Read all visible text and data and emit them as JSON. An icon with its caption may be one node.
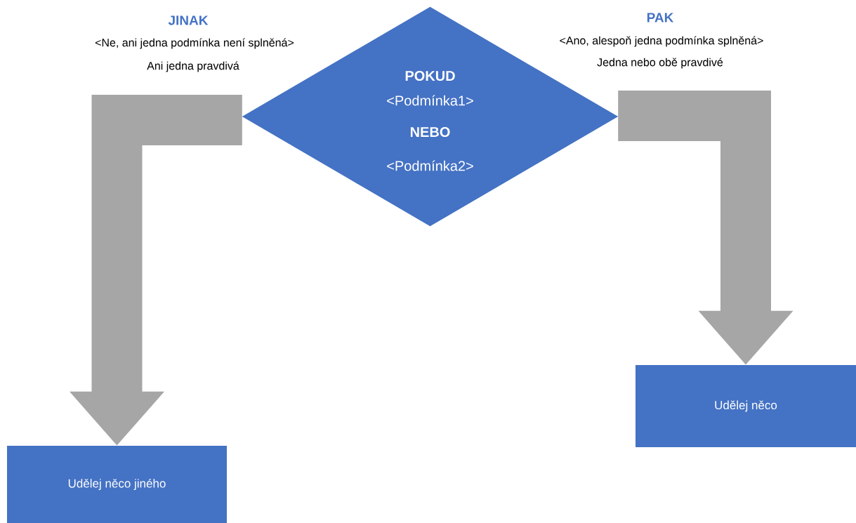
{
  "diagram": {
    "nodes": [
      {
        "text": [
          "POKUD",
          "<Podmínka1>",
          "NEBO",
          "<Podmínka2>"
        ]
      },
      {
        "text": [
          "Udělej něco jiného"
        ]
      },
      {
        "text": [
          "Udělej něco"
        ]
      }
    ],
    "edges": [
      {
        "from": 0,
        "to": 1,
        "arrow": "to"
      },
      {
        "from": 0,
        "to": 2,
        "arrow": "to"
      }
    ],
    "labels": [
      "JINAK",
      "PAK",
      "<Ne, ani jedna podmínka není splněná>",
      "<Ano, alespoň jedna podmínka splněná>",
      "Ani jedna pravdivá",
      "Jedna nebo obě pravdivé"
    ]
  }
}
